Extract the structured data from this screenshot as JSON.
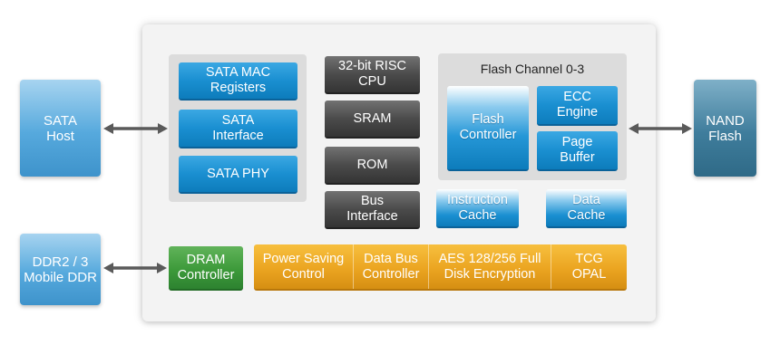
{
  "external": {
    "sata_host": "SATA\nHost",
    "nand_flash": "NAND\nFlash",
    "ddr": "DDR2 / 3\nMobile DDR"
  },
  "sata_group": {
    "mac_registers": "SATA MAC\nRegisters",
    "interface": "SATA\nInterface",
    "phy": "SATA PHY"
  },
  "core": {
    "cpu": "32-bit RISC\nCPU",
    "sram": "SRAM",
    "rom": "ROM",
    "bus_interface": "Bus\nInterface"
  },
  "flash_group": {
    "title": "Flash Channel 0-3",
    "controller": "Flash\nController",
    "ecc": "ECC\nEngine",
    "page_buffer": "Page\nBuffer"
  },
  "caches": {
    "instruction": "Instruction\nCache",
    "data": "Data\nCache"
  },
  "dram_controller": "DRAM\nController",
  "bottom_bar": {
    "power_saving": "Power Saving\nControl",
    "data_bus": "Data Bus\nController",
    "aes": "AES 128/256 Full\nDisk Encryption",
    "tcg": "TCG\nOPAL"
  },
  "colors": {
    "arrow": "#5a5a5a"
  }
}
